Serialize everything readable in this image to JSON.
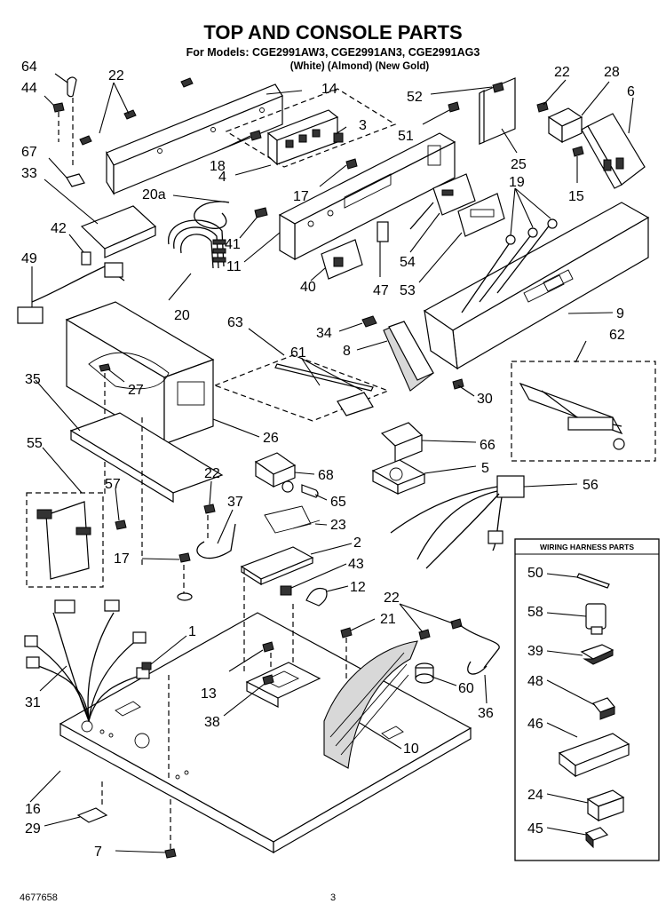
{
  "title": "TOP AND CONSOLE PARTS",
  "subtitle": "For Models: CGE2991AW3, CGE2991AN3, CGE2991AG3",
  "model_colors": "(White)     (Almond)     (New Gold)",
  "harness_box_title": "WIRING HARNESS PARTS",
  "footer": {
    "doc_number": "4677658",
    "page_number": "3"
  },
  "callouts": {
    "c64": "64",
    "c44": "44",
    "c22a": "22",
    "c14": "14",
    "c3": "3",
    "c18": "18",
    "c4": "4",
    "c20a": "20a",
    "c67": "67",
    "c33": "33",
    "c42": "42",
    "c49": "49",
    "c20": "20",
    "c41": "41",
    "c11": "11",
    "c17a": "17",
    "c40": "40",
    "c47": "47",
    "c52": "52",
    "c51": "51",
    "c22b": "22",
    "c28": "28",
    "c6": "6",
    "c25": "25",
    "c19": "19",
    "c15": "15",
    "c54": "54",
    "c53": "53",
    "c9": "9",
    "c62": "62",
    "c63": "63",
    "c34": "34",
    "c8": "8",
    "c61": "61",
    "c35": "35",
    "c27": "27",
    "c26": "26",
    "c30": "30",
    "c66": "66",
    "c5": "5",
    "c55": "55",
    "c57": "57",
    "c22c": "22",
    "c68": "68",
    "c37": "37",
    "c65": "65",
    "c23": "23",
    "c56": "56",
    "c17b": "17",
    "c2": "2",
    "c43": "43",
    "c12": "12",
    "c50": "50",
    "c58": "58",
    "c22d": "22",
    "c21": "21",
    "c1": "1",
    "c31": "31",
    "c13": "13",
    "c60": "60",
    "c39": "39",
    "c48": "48",
    "c38": "38",
    "c36": "36",
    "c10": "10",
    "c46": "46",
    "c16": "16",
    "c24": "24",
    "c29": "29",
    "c45": "45",
    "c7": "7"
  }
}
